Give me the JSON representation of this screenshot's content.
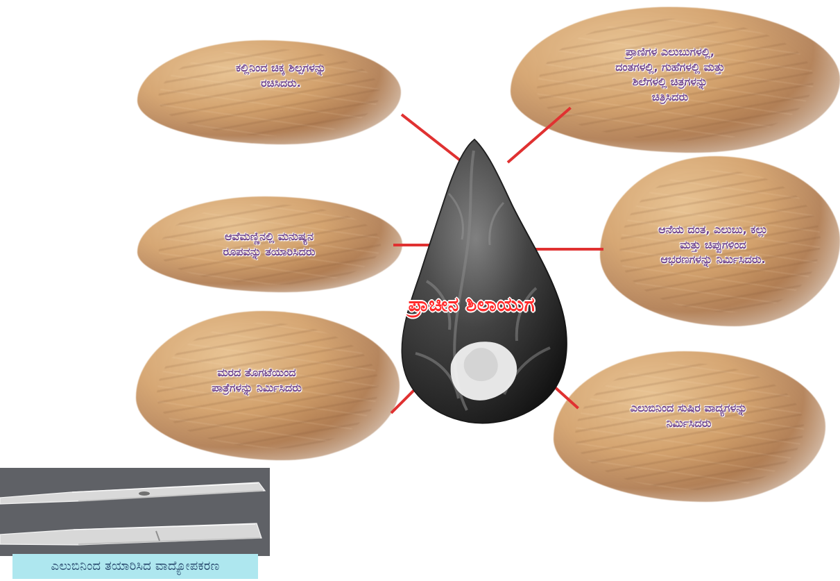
{
  "central_title": "ಪ್ರಾಚೀನ ಶಿಲಾಯುಗ",
  "nodes": {
    "top_left": "ಕಲ್ಲಿನಿಂದ ಚಿಕ್ಕ ಶಿಲ್ಪಗಳನ್ನು\nರಚಿಸಿದರು.",
    "top_right": "ಪ್ರಾಣಿಗಳ ಎಲುಬುಗಳಲ್ಲಿ,\nದಂತಗಳಲ್ಲಿ, ಗುಹೆಗಳಲ್ಲಿ ಮತ್ತು\nಶಿಲೆಗಳಲ್ಲಿ ಚಿತ್ರಗಳನ್ನು\nಚಿತ್ರಿಸಿದರು",
    "middle_left": "ಆವೆಮಣ್ಣಿನಲ್ಲಿ ಮನುಷ್ಯನ\nರೂಪವನ್ನು ತಯಾರಿಸಿದರು",
    "middle_right": "ಆನೆಯ ದಂತ, ಎಲುಬು, ಕಲ್ಲು\nಮತ್ತು ಚಿಪ್ಪುಗಳಿಂದ\nಆಭರಣಗಳನ್ನು ನಿರ್ಮಿಸಿದರು.",
    "bottom_left": "ಮರದ ತೊಗಟೆಯಿಂದ\nಪಾತ್ರೆಗಳನ್ನು ನಿರ್ಮಿಸಿದರು",
    "bottom_right": "ಎಲುಬಿನಿಂದ ಸುಷಿರ ವಾದ್ಯಗಳನ್ನು\nನಿರ್ಮಿಸಿದರು"
  },
  "image_caption": "ಎಲುಬಿನಿಂದ ತಯಾರಿಸಿದ ವಾದ್ಯೋಪಕರಣ",
  "colors": {
    "text": "#70448b",
    "central_title": "#ff2a2a",
    "connector": "#e03131",
    "caption_background": "#aee7ef",
    "caption_text": "#27486d"
  }
}
